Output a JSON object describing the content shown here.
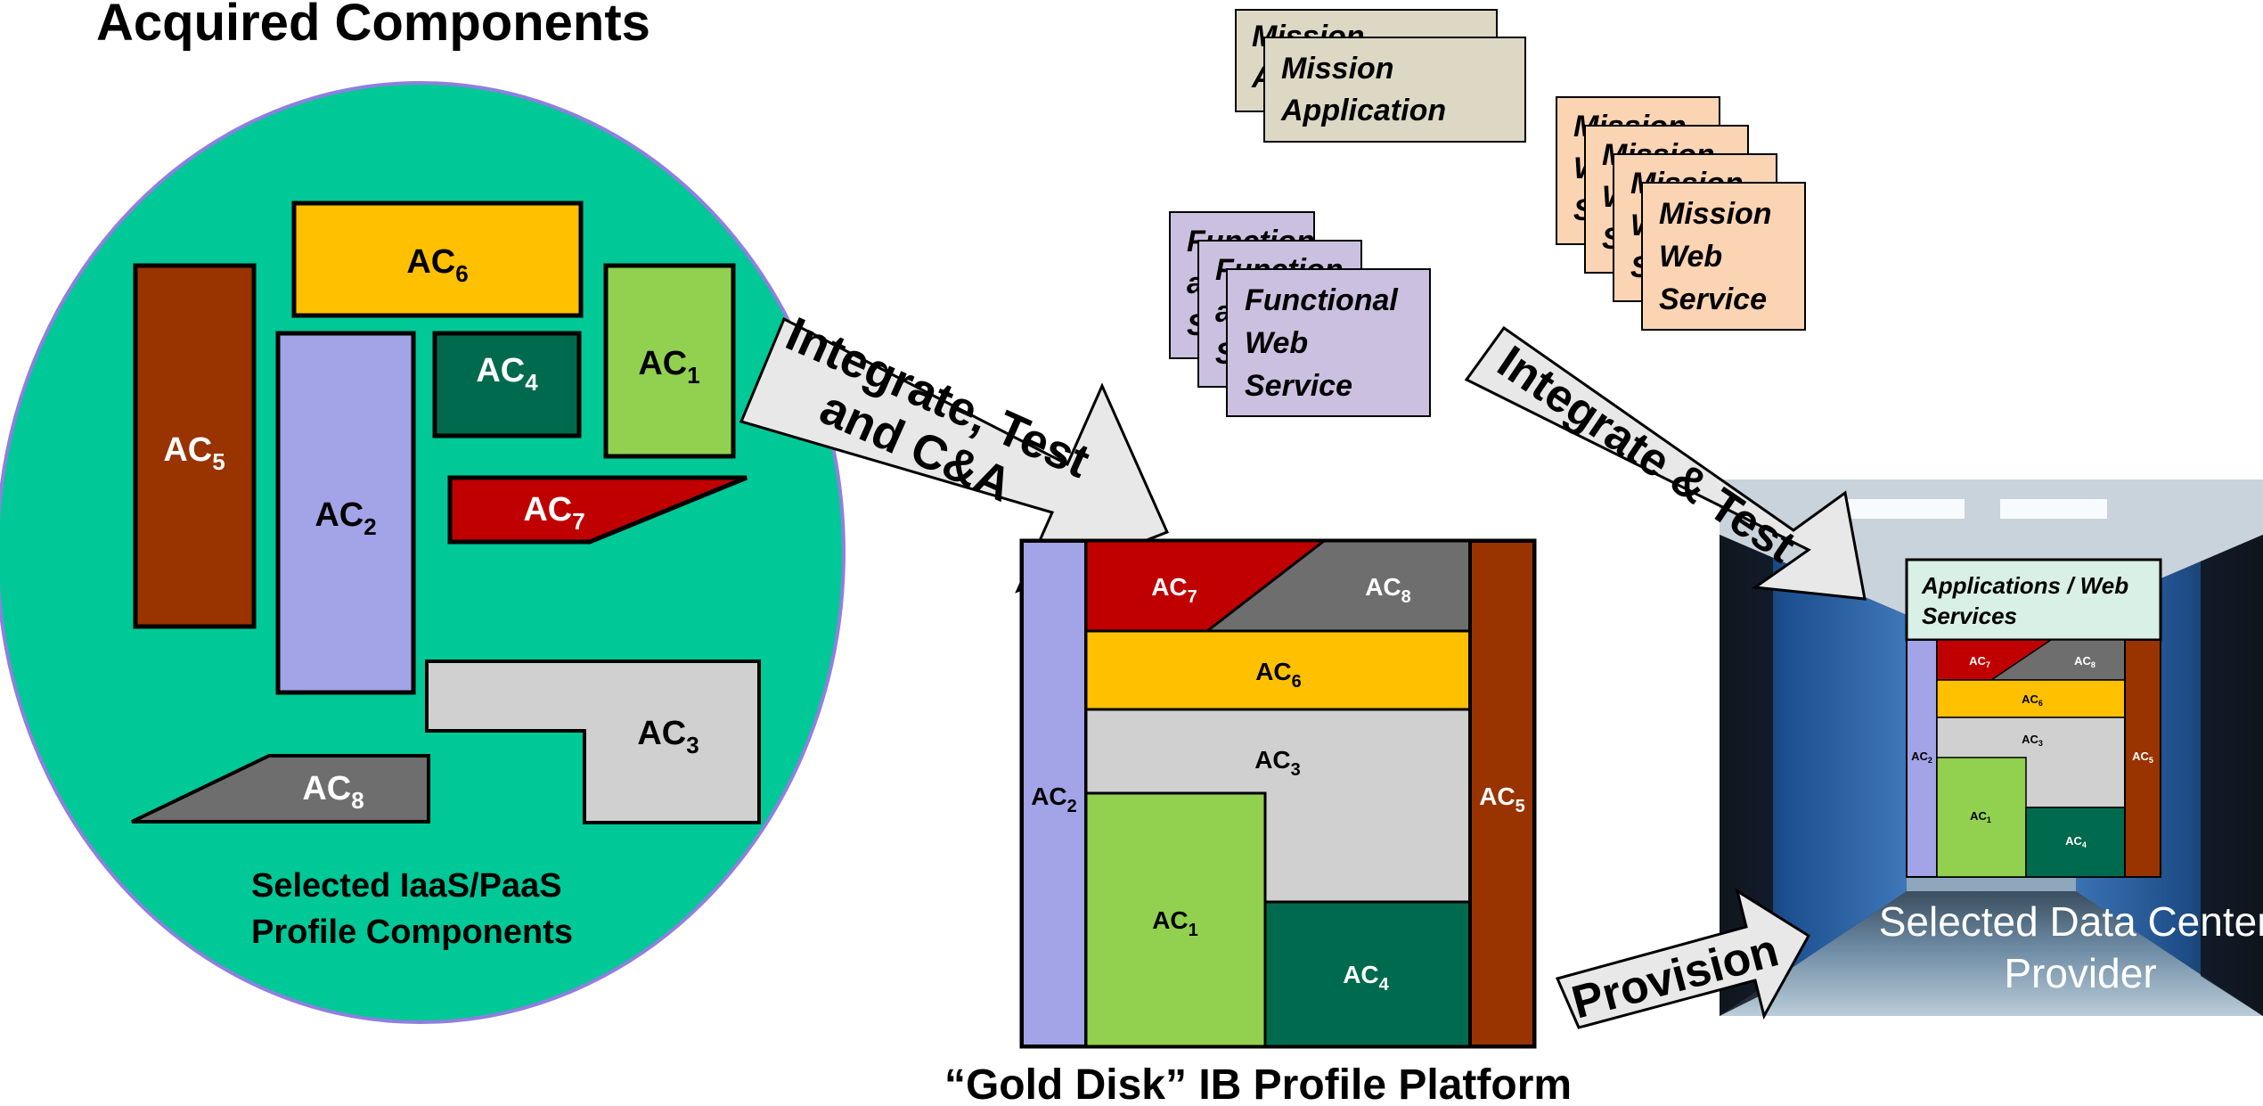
{
  "title": "Acquired Components",
  "circle_caption": [
    "Selected IaaS/PaaS",
    "Profile Components"
  ],
  "component_prefix": "AC",
  "components": {
    "ac1": {
      "label": "AC",
      "sub": "1"
    },
    "ac2": {
      "label": "AC",
      "sub": "2"
    },
    "ac3": {
      "label": "AC",
      "sub": "3"
    },
    "ac4": {
      "label": "AC",
      "sub": "4"
    },
    "ac5": {
      "label": "AC",
      "sub": "5"
    },
    "ac6": {
      "label": "AC",
      "sub": "6"
    },
    "ac7": {
      "label": "AC",
      "sub": "7"
    },
    "ac8": {
      "label": "AC",
      "sub": "8"
    }
  },
  "arrows": {
    "integrate_test_ca": [
      "Integrate, Test",
      "and C&A"
    ],
    "integrate_test": "Integrate & Test",
    "provision": "Provision"
  },
  "cards": {
    "mission_application": {
      "back_peek": [
        "Mission",
        "A"
      ],
      "front": [
        "Mission",
        "Application"
      ]
    },
    "functional_web_service": {
      "back_peek_1": [
        "Function",
        "a",
        "S"
      ],
      "back_peek_2": [
        "Function",
        "a",
        "S"
      ],
      "front": [
        "Functional",
        "Web",
        "Service"
      ]
    },
    "mission_web_service": {
      "back_peek_1": [
        "Mission",
        "W",
        "S"
      ],
      "back_peek_2": [
        "Mission",
        "W",
        "S"
      ],
      "back_peek_3": [
        "Mission",
        "W",
        "S"
      ],
      "front": [
        "Mission",
        "Web",
        "Service"
      ]
    }
  },
  "platform_caption": "“Gold Disk” IB Profile Platform",
  "datacenter": {
    "apps_label": [
      "Applications / Web",
      "Services"
    ],
    "caption": [
      "Selected Data Center/",
      "Provider"
    ]
  },
  "colors": {
    "circle_fill": "#00c896",
    "circle_stroke": "#8f7fe0",
    "ac1": "#92d050",
    "ac2": "#a3a3e8",
    "ac3": "#d0d0d0",
    "ac4": "#006a4e",
    "ac5": "#993300",
    "ac6": "#ffc000",
    "ac7": "#c00000",
    "ac8": "#6e6e6e",
    "mission_app_card": "#ddd8c4",
    "functional_card": "#ccc0e0",
    "mission_ws_card": "#fbd4b4",
    "arrow_fill": "#e8e8e8",
    "apps_box": "#d8f0e6"
  }
}
